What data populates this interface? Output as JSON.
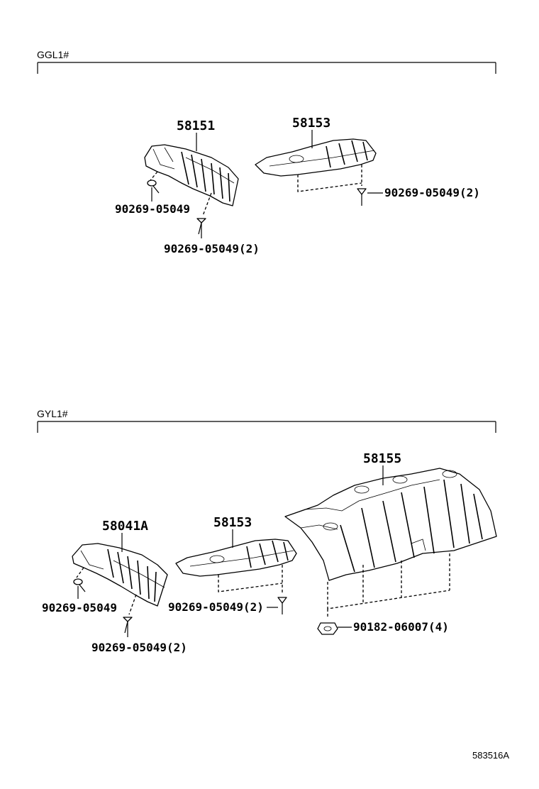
{
  "sections": [
    {
      "title": "GGL1#"
    },
    {
      "title": "GYL1#"
    }
  ],
  "callouts": {
    "s1_part_a": "58151",
    "s1_part_b": "58153",
    "s1_clip_1": "90269-05049",
    "s1_clip_2": "90269-05049(2)",
    "s1_clip_3": "90269-05049(2)",
    "s2_part_a": "58041A",
    "s2_part_b": "58153",
    "s2_part_c": "58155",
    "s2_clip_1": "90269-05049",
    "s2_clip_2": "90269-05049(2)",
    "s2_clip_3": "90269-05049(2)",
    "s2_nut": "90182-06007(4)"
  },
  "figure_code": "583516A"
}
